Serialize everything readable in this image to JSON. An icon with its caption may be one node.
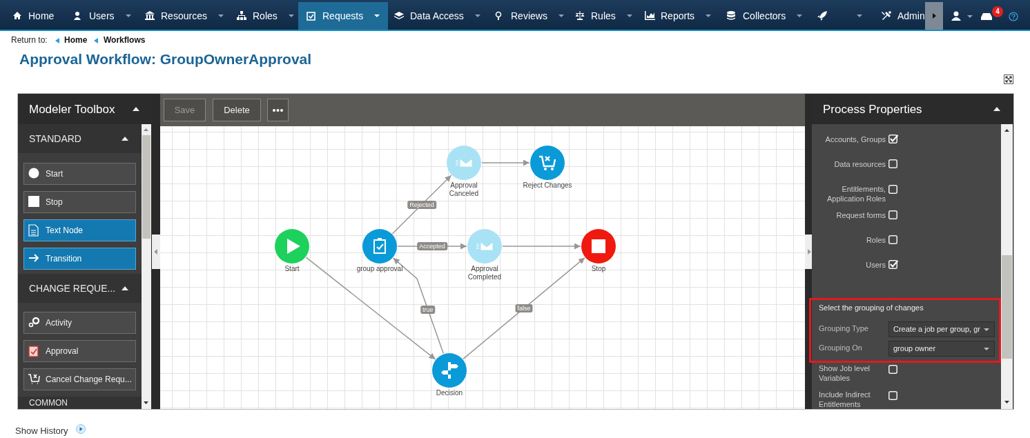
{
  "diagram": {
    "title": "Approval Workflow: GroupOwnerApproval",
    "nodes": [
      {
        "text": [
          "Start"
        ]
      },
      {
        "text": [
          "group approval"
        ]
      },
      {
        "text": [
          "Approval Canceled"
        ]
      },
      {
        "text": [
          "Reject Changes"
        ]
      },
      {
        "text": [
          "Approval Completed"
        ]
      },
      {
        "text": [
          "Stop"
        ]
      },
      {
        "text": [
          "Decision"
        ]
      }
    ],
    "edges": [
      {
        "from": 0,
        "to": 6,
        "arrow": "to"
      },
      {
        "from": 6,
        "to": 1,
        "arrow": "to",
        "label": "true"
      },
      {
        "from": 1,
        "to": 2,
        "arrow": "to",
        "label": "Rejected"
      },
      {
        "from": 2,
        "to": 3,
        "arrow": "to"
      },
      {
        "from": 1,
        "to": 4,
        "arrow": "to",
        "label": "Accepted"
      },
      {
        "from": 4,
        "to": 5,
        "arrow": "to"
      },
      {
        "from": 6,
        "to": 5,
        "arrow": "to",
        "label": "false"
      }
    ],
    "labels": [
      "Home",
      "Users",
      "Resources",
      "Roles",
      "Requests",
      "Data Access",
      "Reviews",
      "Rules",
      "Reports",
      "Collectors",
      "Admin",
      "4",
      "Return to:",
      "Home",
      "Workflows",
      "Modeler Toolbox",
      "STANDARD",
      "Start",
      "Stop",
      "Text Node",
      "Transition",
      "CHANGE REQUE...",
      "Activity",
      "Approval",
      "Cancel Change Requ...",
      "COMMON",
      "Save",
      "Delete",
      "Process Properties",
      "Accounts, Groups",
      "Data resources",
      "Entitlements, Application Roles",
      "Request forms",
      "Roles",
      "Users",
      "Select the grouping of changes",
      "Grouping Type",
      "Create a job per group, gr",
      "Grouping On",
      "group owner",
      "Show Job level Variables",
      "Include Indirect Entitlements",
      "Show History"
    ]
  }
}
